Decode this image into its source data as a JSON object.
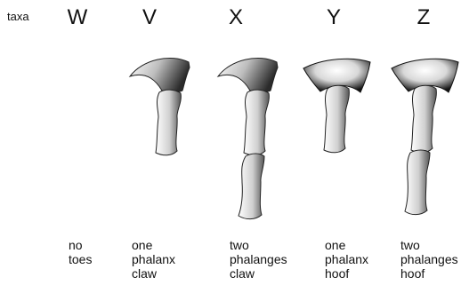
{
  "header": {
    "label": "taxa"
  },
  "taxa": [
    {
      "letter": "W",
      "lines": [
        "no",
        "toes"
      ]
    },
    {
      "letter": "V",
      "lines": [
        "one",
        "phalanx",
        "claw"
      ]
    },
    {
      "letter": "X",
      "lines": [
        "two",
        "phalanges",
        "claw"
      ]
    },
    {
      "letter": "Y",
      "lines": [
        "one",
        "phalanx",
        "hoof"
      ]
    },
    {
      "letter": "Z",
      "lines": [
        "two",
        "phalanges",
        "hoof"
      ]
    }
  ]
}
